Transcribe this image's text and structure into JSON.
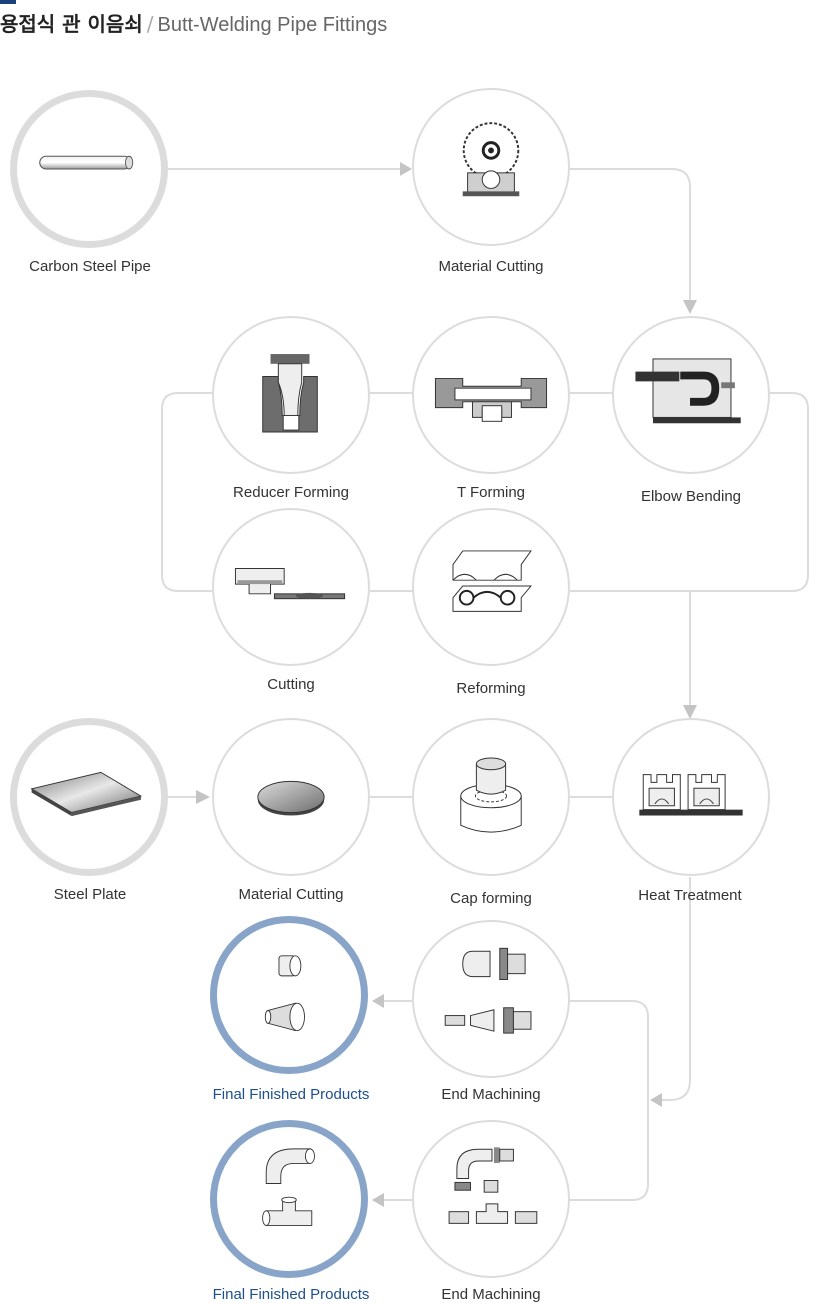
{
  "title": {
    "korean": "용접식 관 이음쇠",
    "separator": "/",
    "english": "Butt-Welding Pipe Fittings"
  },
  "nodes": {
    "carbon_steel_pipe": "Carbon  Steel Pipe",
    "material_cutting_1": "Material Cutting",
    "elbow_bending": "Elbow Bending",
    "t_forming": "T Forming",
    "reducer_forming": "Reducer Forming",
    "cutting": "Cutting",
    "reforming": "Reforming",
    "steel_plate": "Steel Plate",
    "material_cutting_2": "Material Cutting",
    "cap_forming": "Cap forming",
    "heat_treatment": "Heat Treatment",
    "end_machining_1": "End Machining",
    "final_products_1": "Final Finished Products",
    "end_machining_2": "End Machining",
    "final_products_2": "Final Finished Products"
  },
  "colors": {
    "title_accent": "#1a3f7a",
    "final_ring": "#88a5c9",
    "final_label": "#1f4f8c",
    "connector": "#dcdcdc",
    "arrow": "#c4c4c4"
  },
  "icons": {
    "carbon_steel_pipe": "pipe-icon",
    "material_cutting_1": "saw-cutter-icon",
    "elbow_bending": "elbow-bender-icon",
    "t_forming": "t-die-icon",
    "reducer_forming": "reducer-die-icon",
    "cutting": "cut-t-icon",
    "reforming": "reform-die-icon",
    "steel_plate": "steel-plate-icon",
    "material_cutting_2": "disc-blank-icon",
    "cap_forming": "cap-die-icon",
    "heat_treatment": "furnace-icon",
    "end_machining_1": "machined-fittings-icon",
    "final_products_1": "cap-reducer-products-icon",
    "end_machining_2": "machined-elbow-tee-icon",
    "final_products_2": "elbow-tee-products-icon"
  }
}
